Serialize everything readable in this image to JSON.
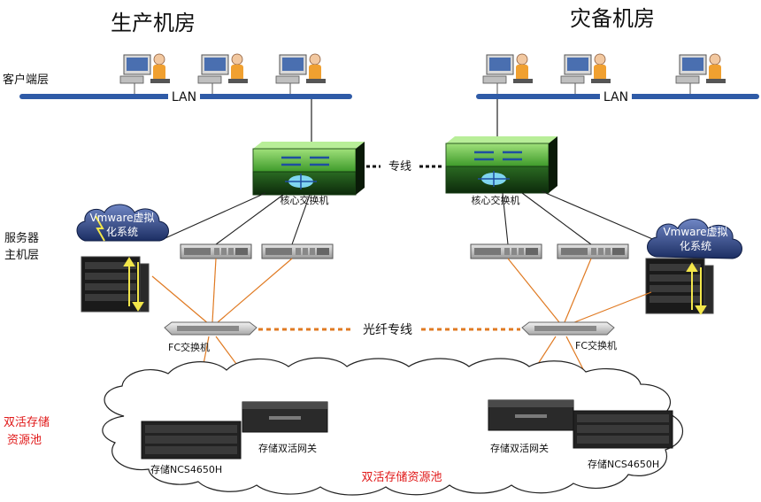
{
  "titles": {
    "left": "生产机房",
    "right": "灾备机房"
  },
  "layers": {
    "client": "客户端层",
    "server_line1": "服务器",
    "server_line2": "主机层",
    "storage_line1": "双活存储",
    "storage_line2": "资源池"
  },
  "network": {
    "lan_left": "LAN",
    "lan_right": "LAN",
    "dedicated_line": "专线",
    "fiber_line": "光纤专线"
  },
  "devices": {
    "core_switch_left": "核心交换机",
    "core_switch_right": "核心交换机",
    "vmware_left": [
      "Vmware虚拟",
      "化系统"
    ],
    "vmware_right": [
      "Vmware虚拟",
      "化系统"
    ],
    "fc_switch_left": "FC交换机",
    "fc_switch_right": "FC交换机",
    "storage_left": "存储NCS4650H",
    "storage_right": "存储NCS4650H",
    "gateway_left": "存储双活网关",
    "gateway_right": "存储双活网关"
  },
  "pool_label": "双活存储资源池",
  "colors": {
    "lan_bus": "#2f5ba7",
    "fiber": "#e07a22",
    "switch_green": "#6cc04a",
    "cloud": "#2a3f7a",
    "label_red": "#e01818"
  }
}
